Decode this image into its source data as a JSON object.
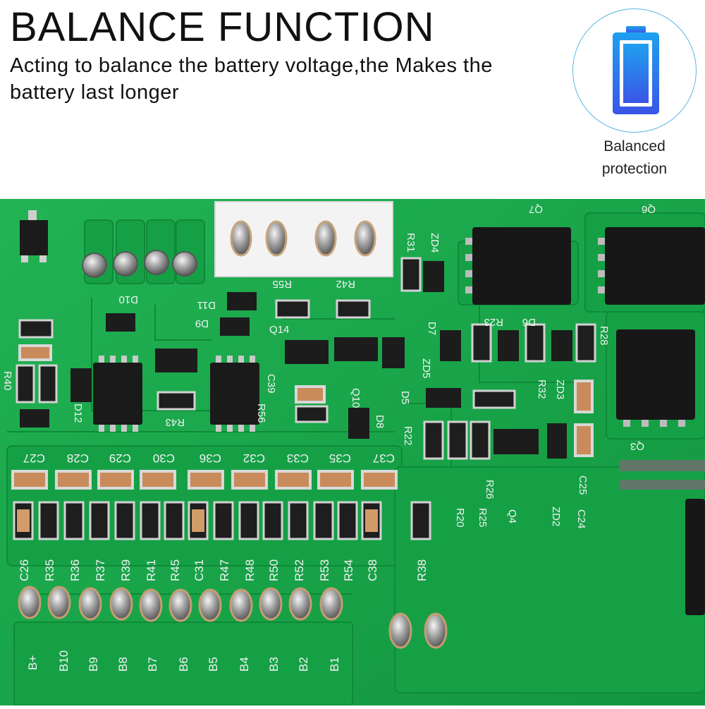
{
  "header": {
    "title": "BALANCE FUNCTION",
    "subtitle": "Acting to balance the battery voltage,the Makes the battery last longer"
  },
  "badge": {
    "icon": "battery-icon",
    "label": "Balanced protection",
    "ring_color": "#5bb7e6",
    "icon_color": "#2f6fe8"
  },
  "pcb": {
    "board_color": "#19a64a",
    "terminal_labels": [
      "B+",
      "B10",
      "B9",
      "B8",
      "B7",
      "B6",
      "B5",
      "B4",
      "B3",
      "B2",
      "B1"
    ],
    "resistor_labels": [
      "C26",
      "R35",
      "R36",
      "R37",
      "R39",
      "R41",
      "R45",
      "C31",
      "R47",
      "R48",
      "R50",
      "R52",
      "R53",
      "R54",
      "C38",
      "R38"
    ],
    "capacitor_labels": [
      "C27",
      "C28",
      "C29",
      "C30",
      "C36",
      "C32",
      "C33",
      "C35",
      "C37"
    ],
    "component_labels": [
      "R31",
      "ZD4",
      "Q7",
      "Q6",
      "R55",
      "R42",
      "D10",
      "D11",
      "D9",
      "Q14",
      "D7",
      "D6",
      "R23",
      "R28",
      "ZD5",
      "Q10",
      "R32",
      "ZD3",
      "R40",
      "D12",
      "R43",
      "R56",
      "C39",
      "D5",
      "D8",
      "R22",
      "Q3",
      "R26",
      "C25",
      "C24",
      "R20",
      "R25",
      "Q4",
      "ZD2"
    ]
  }
}
